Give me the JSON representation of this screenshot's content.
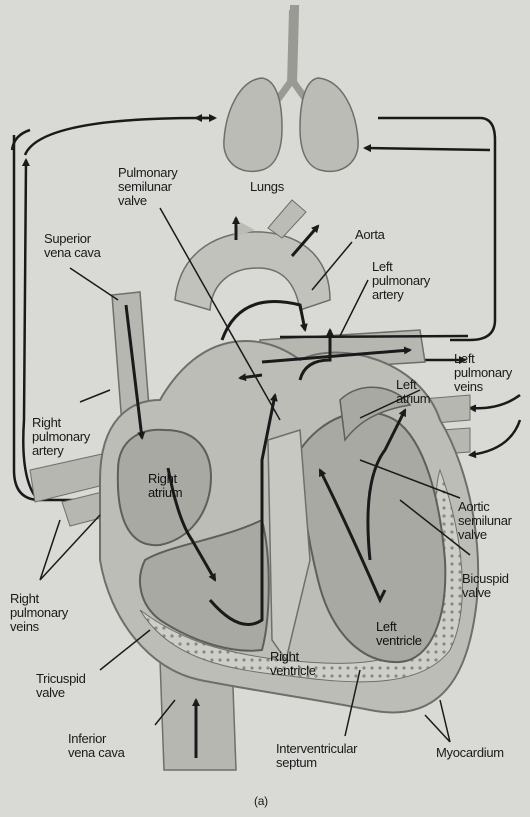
{
  "labels": {
    "lungs": "Lungs",
    "pulmonary_semilunar_valve": "Pulmonary\nsemilunar\nvalve",
    "aorta": "Aorta",
    "superior_vena_cava": "Superior\nvena cava",
    "left_pulmonary_artery": "Left\npulmonary\nartery",
    "left_pulmonary_veins": "Left\npulmonary\nveins",
    "left_atrium": "Left\natrium",
    "right_pulmonary_artery": "Right\npulmonary\nartery",
    "right_atrium": "Right\natrium",
    "aortic_semilunar_valve": "Aortic\nsemilunar\nvalve",
    "bicuspid_valve": "Bicuspid\nvalve",
    "right_pulmonary_veins": "Right\npulmonary\nveins",
    "left_ventricle": "Left\nventricle",
    "tricuspid_valve": "Tricuspid\nvalve",
    "right_ventricle": "Right\nventricle",
    "inferior_vena_cava": "Inferior\nvena cava",
    "interventricular_septum": "Interventricular\nseptum",
    "myocardium": "Myocardium",
    "panel": "(a)"
  },
  "colors": {
    "background": "#d9d9d5",
    "tissue": "#bdbdb8",
    "tissue_dark": "#8f8f8a",
    "chamber": "#a9a9a4",
    "lines": "#1a1a1a"
  }
}
